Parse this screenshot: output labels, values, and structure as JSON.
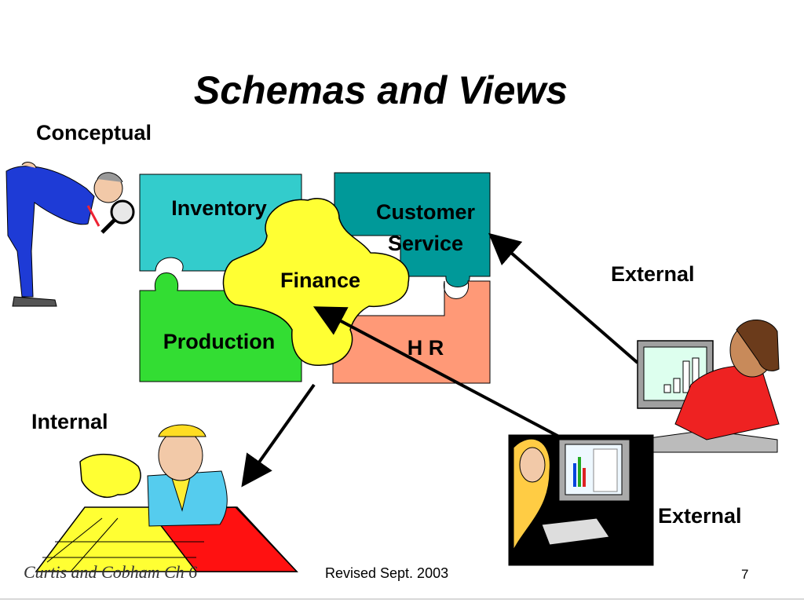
{
  "slide": {
    "title": "Schemas and Views",
    "labels": {
      "conceptual": "Conceptual",
      "internal": "Internal",
      "external_top": "External",
      "external_bottom": "External"
    },
    "puzzle": {
      "inventory": "Inventory",
      "customer_service_line1": "Customer",
      "customer_service_line2": "Service",
      "finance": "Finance",
      "production": "Production",
      "hr": "H R"
    },
    "footer": {
      "left": "Curtis and Cobham Ch 6",
      "center": "Revised Sept. 2003",
      "page": "7"
    }
  },
  "colors": {
    "inventory": "#33CCCC",
    "customer_service": "#009999",
    "finance": "#FFFF33",
    "production": "#33DD33",
    "hr": "#FF9977"
  }
}
